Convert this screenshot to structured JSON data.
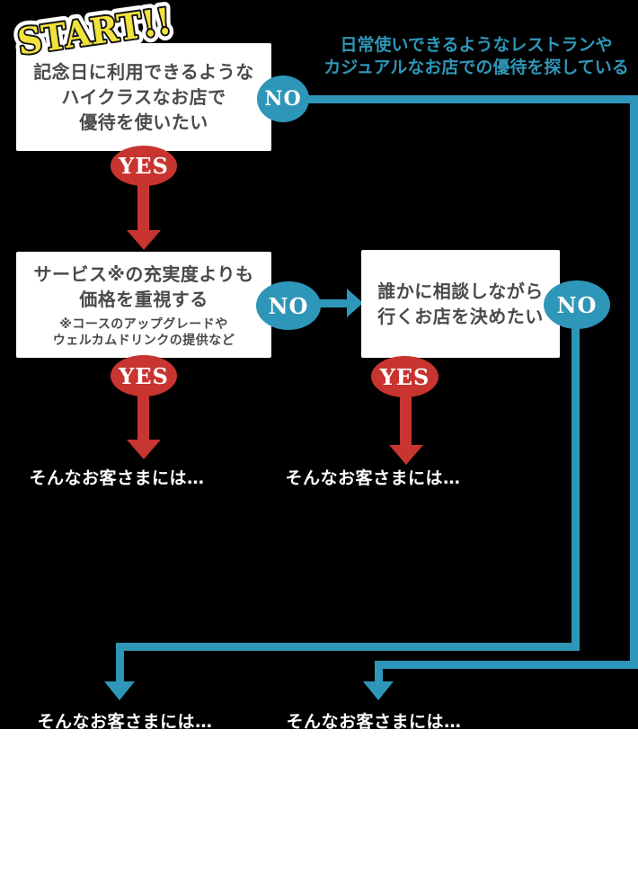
{
  "labels": {
    "start": "START!!",
    "yes": "YES",
    "no": "NO",
    "result_lead": "そんなお客さまには…"
  },
  "q1": {
    "lines": [
      "記念日に利用できるような",
      "ハイクラスなお店で",
      "優待を使いたい"
    ]
  },
  "no1_branch": {
    "lines": [
      "日常使いできるようなレストランや",
      "カジュアルなお店での優待を探している"
    ]
  },
  "q2": {
    "lines": [
      "サービス※の充実度よりも",
      "価格を重視する"
    ],
    "notes": [
      "※コースのアップグレードや",
      "ウェルカムドリンクの提供など"
    ]
  },
  "q3": {
    "lines": [
      "誰かに相談しながら",
      "行くお店を決めたい"
    ]
  },
  "colors": {
    "blue": "#2e96b8",
    "red": "#c8342f",
    "yellow": "#f2e23c",
    "box_text": "#4a4a4a",
    "background_top": "#000000",
    "background_bottom": "#ffffff"
  }
}
